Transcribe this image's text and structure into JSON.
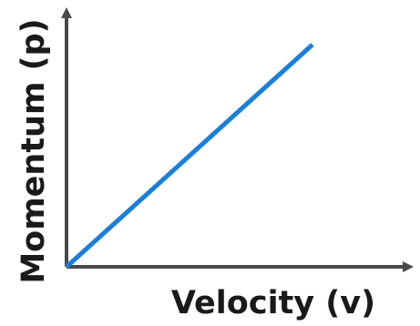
{
  "chart_data": {
    "type": "line",
    "title": "",
    "xlabel": "Velocity (v)",
    "ylabel": "Momentum (p)",
    "xlim": [
      0,
      10
    ],
    "ylim": [
      0,
      10
    ],
    "grid": false,
    "legend": "none",
    "axis_color": "#4a4a4a",
    "series": [
      {
        "color": "#1a7fd8",
        "x": [
          0,
          10
        ],
        "y": [
          0,
          10
        ]
      }
    ]
  }
}
